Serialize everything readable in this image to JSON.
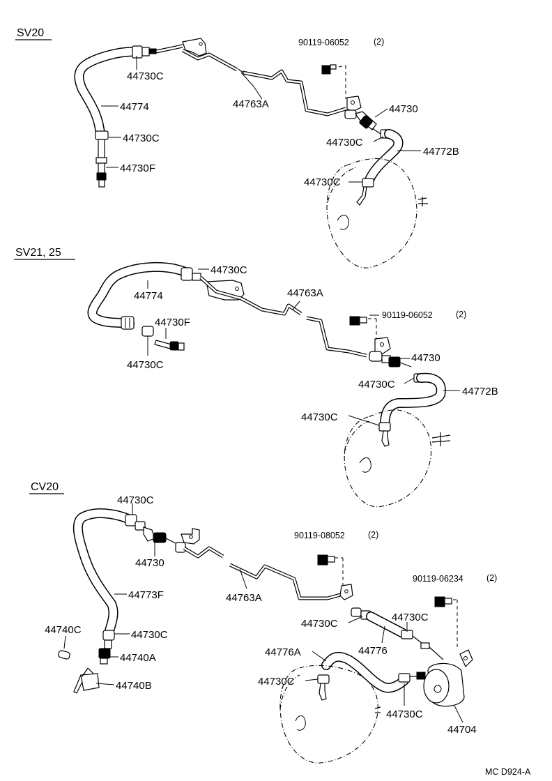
{
  "sections": {
    "sv20": {
      "title": "SV20",
      "labels": {
        "clamp_top": "44730C",
        "hose": "44774",
        "clamp_mid": "44730C",
        "fitting": "44730F",
        "pipe": "44763A",
        "bolt": "90119-06052",
        "bolt_qty": "(2)",
        "valve": "44730",
        "clamp_valve": "44730C",
        "hose_booster": "44772B",
        "clamp_booster": "44730C"
      }
    },
    "sv21": {
      "title": "SV21, 25",
      "labels": {
        "clamp_top": "44730C",
        "hose": "44774",
        "fitting": "44730F",
        "clamp_low": "44730C",
        "pipe": "44763A",
        "bolt": "90119-06052",
        "bolt_qty": "(2)",
        "valve": "44730",
        "clamp_valve": "44730C",
        "hose_booster": "44772B",
        "clamp_booster": "44730C"
      }
    },
    "cv20": {
      "title": "CV20",
      "labels": {
        "clamp_top": "44730C",
        "valve": "44730",
        "hose": "44773F",
        "pipe": "44763A",
        "clamp_low": "44730C",
        "cap": "44740C",
        "union": "44740A",
        "bracket": "44740B",
        "bolt": "90119-08052",
        "bolt_qty": "(2)",
        "bolt2": "90119-06234",
        "bolt2_qty": "(2)",
        "clamp_mid_left": "44730C",
        "clamp_mid_right": "44730C",
        "hose_mid": "44776",
        "hose_booster": "44776A",
        "clamp_booster": "44730C",
        "clamp_tank": "44730C",
        "tank": "44704"
      }
    }
  },
  "footer_code": "MC D924-A"
}
